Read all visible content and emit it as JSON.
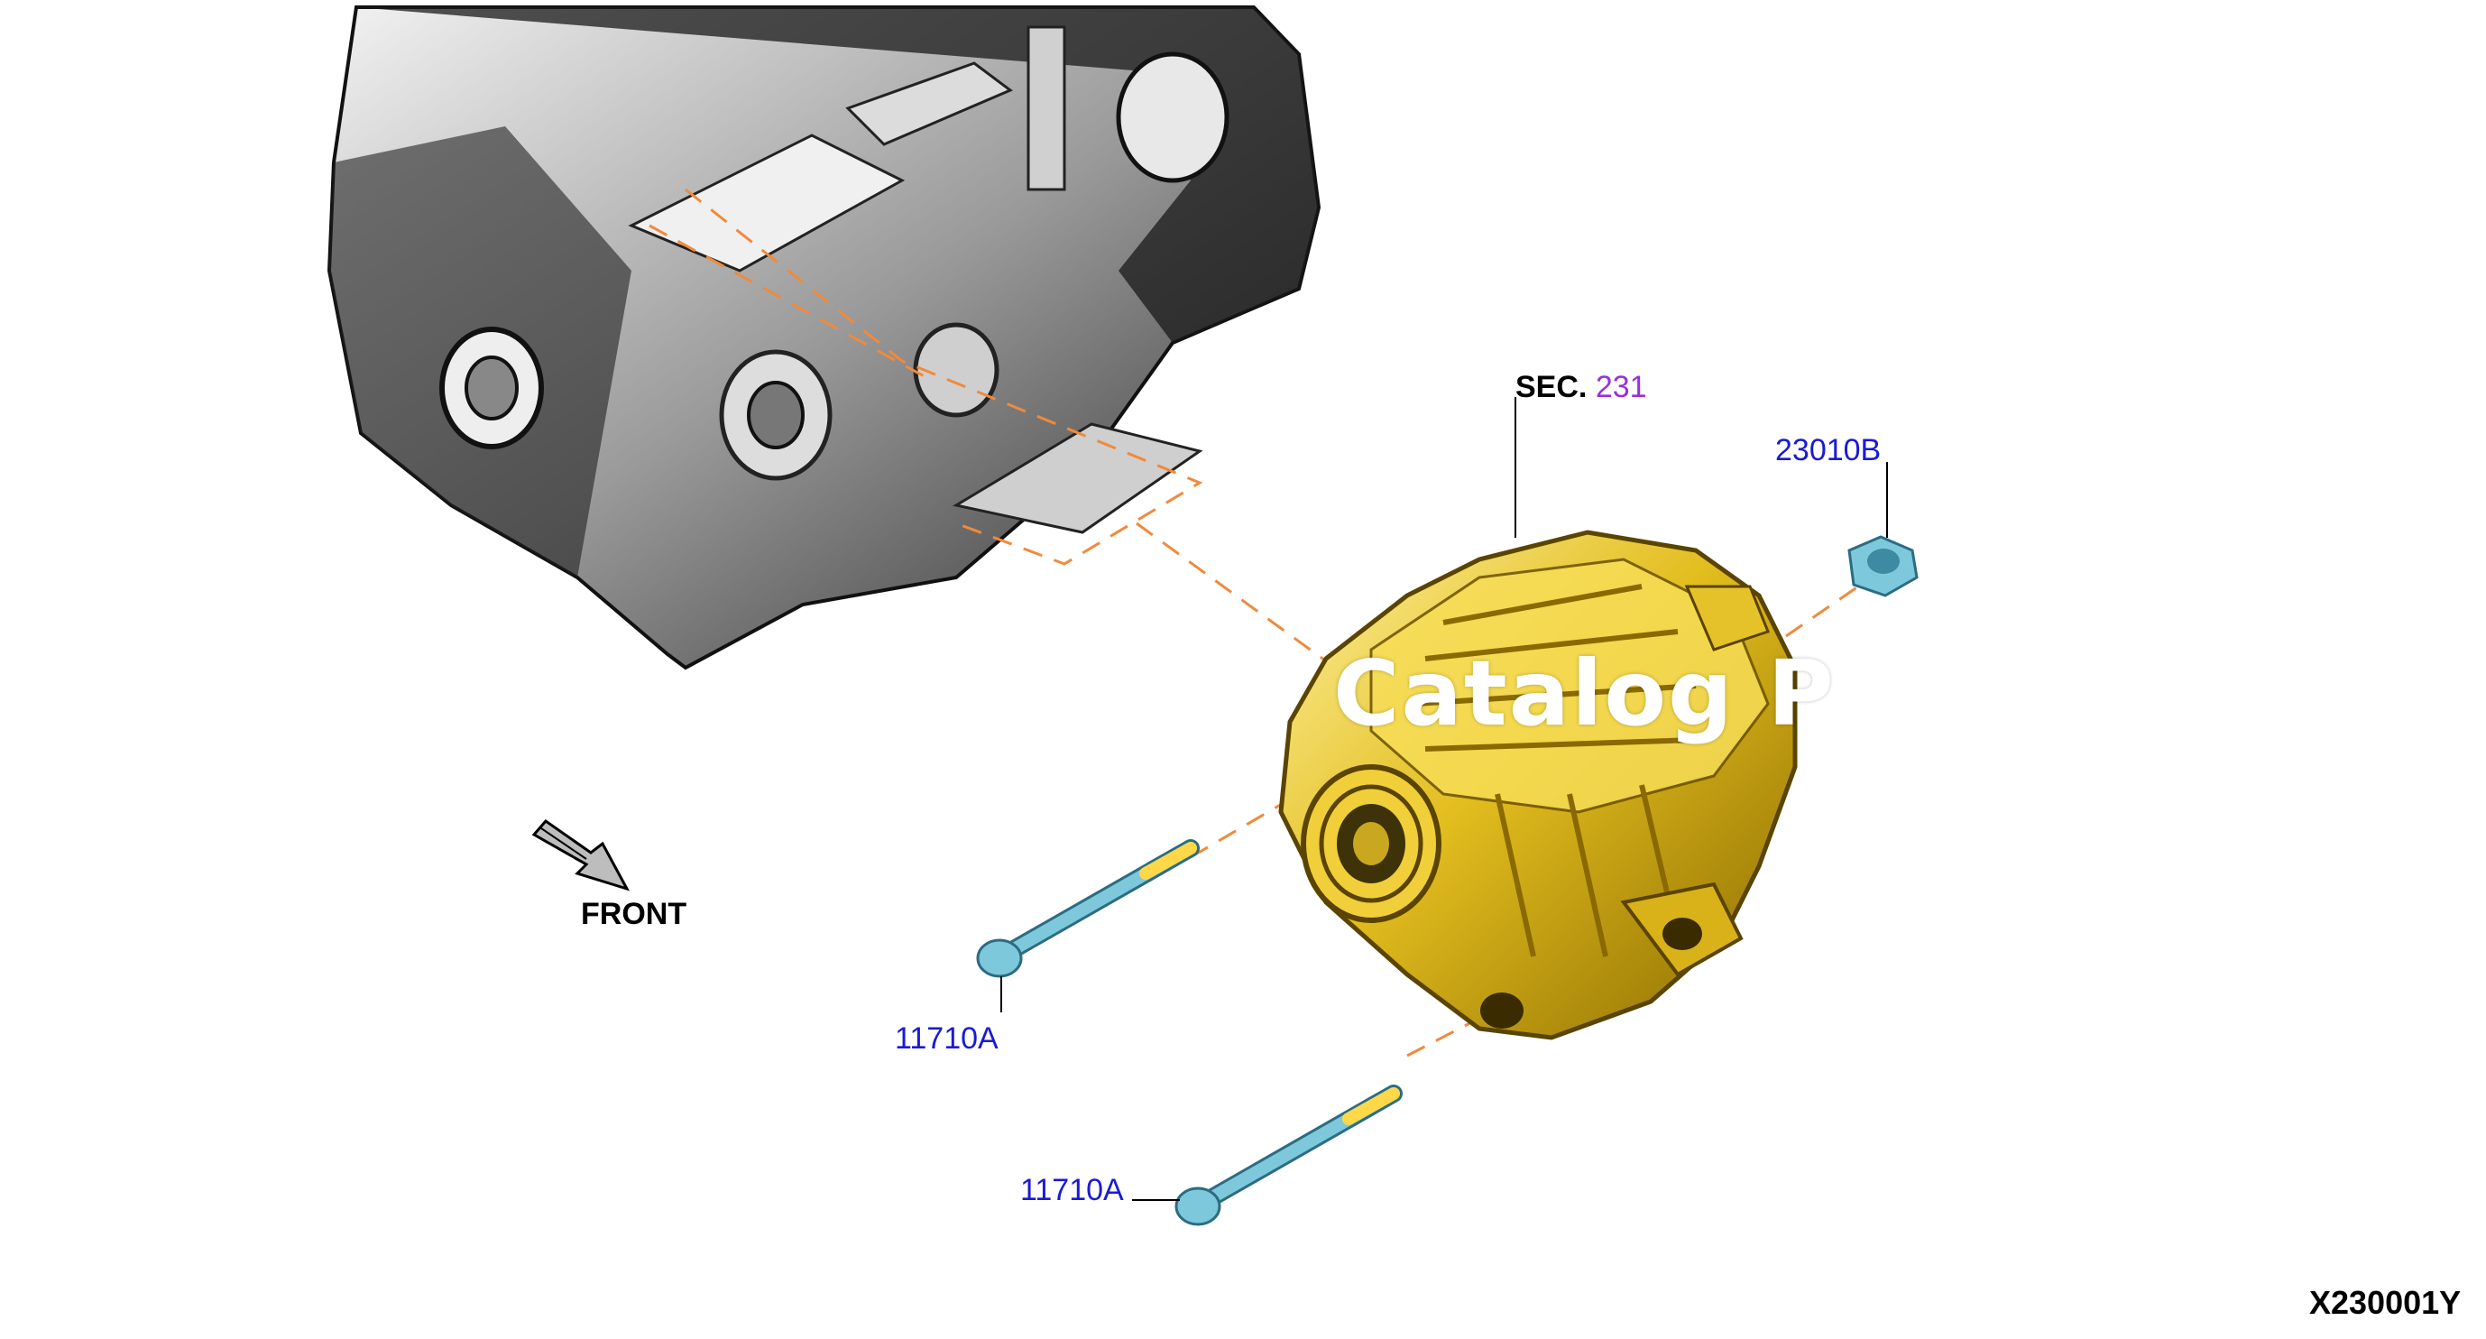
{
  "diagram": {
    "callouts": {
      "sec_prefix": "SEC.",
      "sec_number": "231",
      "nut_part": "23010B",
      "bolt_upper_part": "11710A",
      "bolt_lower_part": "11710A",
      "front_label": "FRONT"
    },
    "drawing_code": "X230001Y",
    "watermark": "Catalog P",
    "colors": {
      "alternator": "#d9b21a",
      "fastener": "#7ec8dc",
      "leader_dash": "#f08a3c",
      "part_number": "#1a1ad6",
      "section_number": "#9a2fd8"
    }
  }
}
